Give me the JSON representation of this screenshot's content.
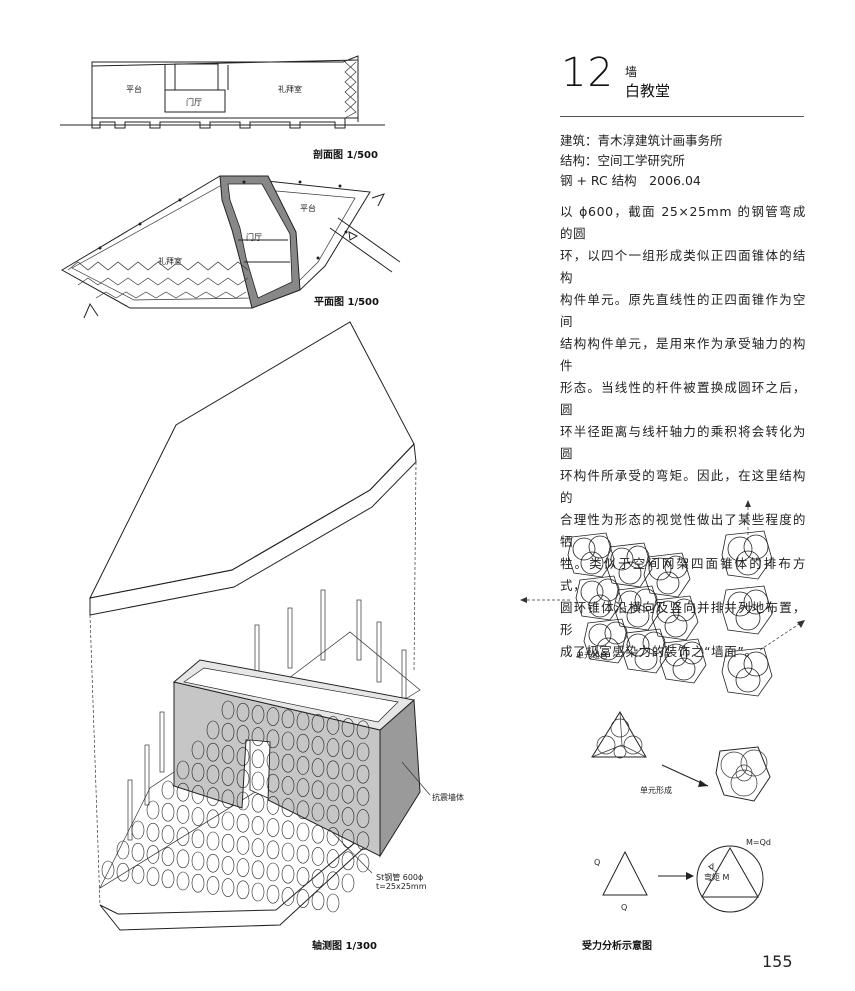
{
  "header": {
    "number": "12",
    "category": "墙",
    "title": "白教堂"
  },
  "info": {
    "architect": "建筑：青木淳建筑计画事务所",
    "structure": "结构：空间工学研究所",
    "meta": "钢 + RC 结构　2006.04"
  },
  "description": [
    "以 ϕ600，截面 25×25mm 的钢管弯成的圆",
    "环，以四个一组形成类似正四面锥体的结构",
    "构件单元。原先直线性的正四面锥作为空间",
    "结构构件单元，是用来作为承受轴力的构件",
    "形态。当线性的杆件被置换成圆环之后，圆",
    "环半径距离与线杆轴力的乘积将会转化为圆",
    "环构件所承受的弯矩。因此，在这里结构的",
    "合理性为形态的视觉性做出了某些程度的牺",
    "牲。类似于空间网架四面锥体的排布方式，",
    "圆环锥体沿横向及竖向并排并列地布置，形",
    "成了极富感染力的装饰之“墙面”。"
  ],
  "section": {
    "caption": "剖面图 1/500",
    "labels": {
      "terrace": "平台",
      "lobby": "门厅",
      "chapel": "礼拜室"
    }
  },
  "plan": {
    "caption": "平面图 1/500",
    "labels": {
      "terrace": "平台",
      "lobby": "门厅",
      "chapel": "礼拜室"
    }
  },
  "axo": {
    "caption": "轴测图 1/300",
    "labels": {
      "seismic_wall": "抗震墙体",
      "pipe_line1": "St钢管 600ϕ",
      "pipe_line2": "t=25x25mm"
    }
  },
  "analysis": {
    "caption": "受力分析示意图",
    "unit_combination": "单元组合",
    "unit_formation": "单元形成",
    "q1": "Q",
    "q2": "Q",
    "d": "d",
    "moment": "弯矩 M",
    "formula": "M=Qd"
  },
  "page_number": "155"
}
